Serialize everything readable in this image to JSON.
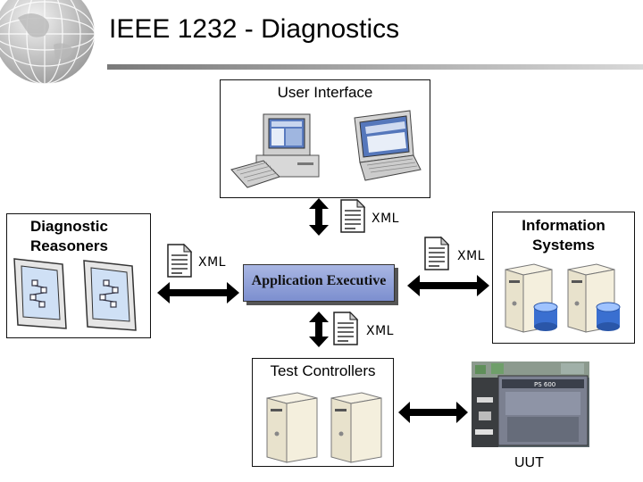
{
  "title": "IEEE 1232 - Diagnostics",
  "nodes": {
    "user_interface": "User Interface",
    "diagnostic_reasoners": "Diagnostic\nReasoners",
    "information_systems": "Information\nSystems",
    "application_executive": "Application Executive",
    "test_controllers": "Test Controllers",
    "uut": "UUT"
  },
  "uut_device_label": "PS 600",
  "xml_labels": {
    "top": "XML",
    "left": "XML",
    "right": "XML",
    "bottom": "XML"
  },
  "colors": {
    "app_exec_fill": "#8ea0da",
    "arrow": "#000000"
  },
  "icons": [
    "globe-icon",
    "desktop-computer-icon",
    "laptop-icon",
    "monitor-icon",
    "server-icon",
    "database-icon",
    "document-icon",
    "double-arrow-icon",
    "test-equipment-icon"
  ]
}
